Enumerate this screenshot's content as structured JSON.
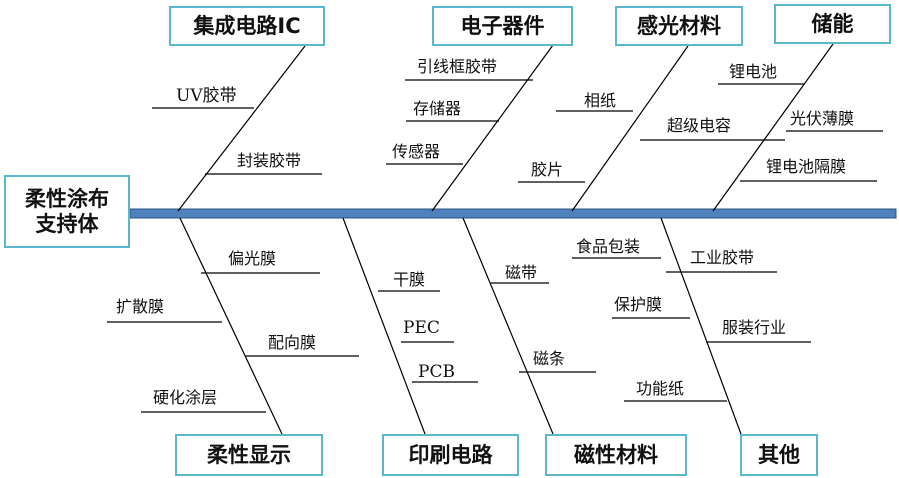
{
  "spine": {
    "label": "柔性涂布支持体"
  },
  "categories": {
    "top": [
      {
        "title": "集成电路IC",
        "items": [
          "UV胶带",
          "封装胶带"
        ]
      },
      {
        "title": "电子器件",
        "items": [
          "引线框胶带",
          "存储器",
          "传感器"
        ]
      },
      {
        "title": "感光材料",
        "items": [
          "相纸",
          "胶片"
        ]
      },
      {
        "title": "储能",
        "items": [
          "锂电池",
          "超级电容",
          "光伏薄膜",
          "锂电池隔膜"
        ]
      }
    ],
    "bottom": [
      {
        "title": "柔性显示",
        "items": [
          "偏光膜",
          "扩散膜",
          "配向膜",
          "硬化涂层"
        ]
      },
      {
        "title": "印刷电路",
        "items": [
          "干膜",
          "PEC",
          "PCB"
        ]
      },
      {
        "title": "磁性材料",
        "items": [
          "磁带",
          "磁条"
        ]
      },
      {
        "title": "其他",
        "items": [
          "食品包装",
          "工业胶带",
          "保护膜",
          "服装行业",
          "功能纸"
        ]
      }
    ]
  },
  "colors": {
    "spine": "#4f81bd",
    "spine_edge": "#2c5485",
    "box_border": "#5bb8cc",
    "line": "#000000"
  }
}
